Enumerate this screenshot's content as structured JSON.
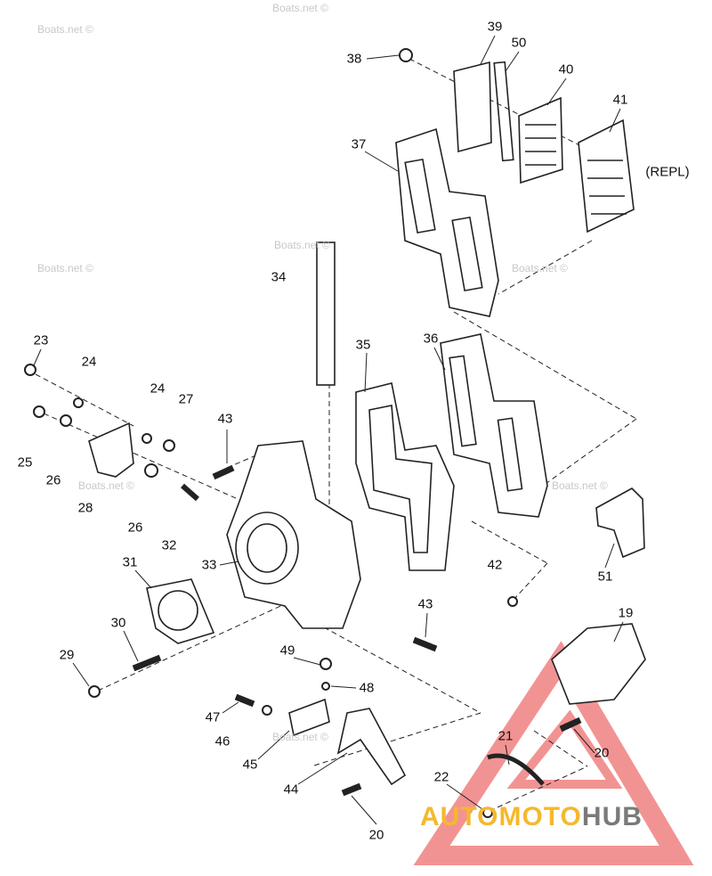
{
  "title": "Intake manifold / reed valve parts diagram",
  "labels": [
    {
      "id": "38",
      "text": "38"
    },
    {
      "id": "39",
      "text": "39"
    },
    {
      "id": "50",
      "text": "50"
    },
    {
      "id": "40",
      "text": "40"
    },
    {
      "id": "41",
      "text": "41"
    },
    {
      "id": "repl",
      "text": "(REPL)"
    },
    {
      "id": "37",
      "text": "37"
    },
    {
      "id": "34",
      "text": "34"
    },
    {
      "id": "35",
      "text": "35"
    },
    {
      "id": "36",
      "text": "36"
    },
    {
      "id": "23",
      "text": "23"
    },
    {
      "id": "24a",
      "text": "24"
    },
    {
      "id": "24b",
      "text": "24"
    },
    {
      "id": "27",
      "text": "27"
    },
    {
      "id": "25",
      "text": "25"
    },
    {
      "id": "26a",
      "text": "26"
    },
    {
      "id": "28",
      "text": "28"
    },
    {
      "id": "26b",
      "text": "26"
    },
    {
      "id": "32",
      "text": "32"
    },
    {
      "id": "43a",
      "text": "43"
    },
    {
      "id": "33",
      "text": "33"
    },
    {
      "id": "31",
      "text": "31"
    },
    {
      "id": "30",
      "text": "30"
    },
    {
      "id": "29",
      "text": "29"
    },
    {
      "id": "42",
      "text": "42"
    },
    {
      "id": "51",
      "text": "51"
    },
    {
      "id": "43b",
      "text": "43"
    },
    {
      "id": "19",
      "text": "19"
    },
    {
      "id": "49",
      "text": "49"
    },
    {
      "id": "48",
      "text": "48"
    },
    {
      "id": "47",
      "text": "47"
    },
    {
      "id": "46",
      "text": "46"
    },
    {
      "id": "45",
      "text": "45"
    },
    {
      "id": "44",
      "text": "44"
    },
    {
      "id": "21",
      "text": "21"
    },
    {
      "id": "20a",
      "text": "20"
    },
    {
      "id": "22",
      "text": "22"
    },
    {
      "id": "20b",
      "text": "20"
    }
  ],
  "watermark": "Boats.net ©",
  "logo": {
    "part1": "AUTOMOTO",
    "part2": "HUB",
    "accent": "#f5b82e",
    "triangle": "#e83a3a"
  }
}
